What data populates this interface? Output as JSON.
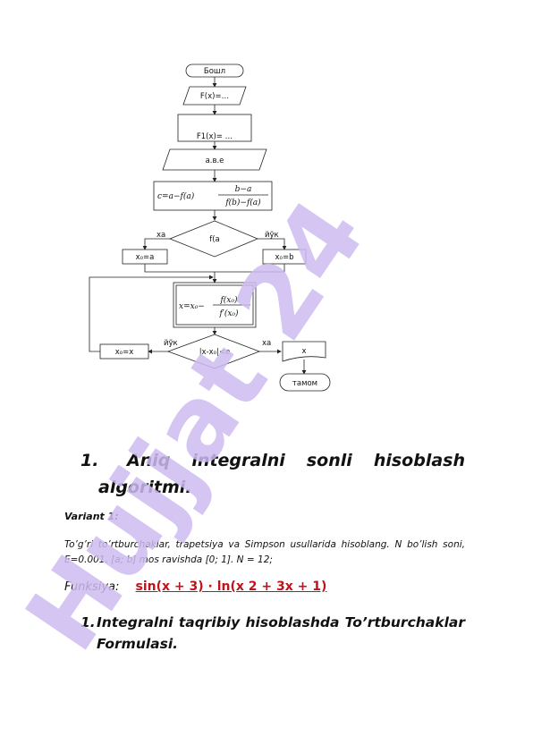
{
  "flowchart": {
    "start": "Бошл",
    "fx": "F(x)=…",
    "f1x": "F1(x)= …",
    "input": "a.в.e",
    "formula_c": "c=a−f(a)",
    "formula_c_num": "b−a",
    "formula_c_den": "f(b)−f(a)",
    "decision1": "f(a",
    "yes1": "xa",
    "no1": "йўк",
    "assign_a": "x₀=a",
    "assign_b": "x₀=b",
    "formula_x": "x=x₀−",
    "formula_x_num": "f(x₀)",
    "formula_x_den": "f′(x₀)",
    "decision2": "|x-x₀|<e",
    "no2": "йўк",
    "yes2": "xa",
    "assign_x": "x₀=x",
    "output": "x",
    "end": "тамом"
  },
  "watermark": "Hujjat 24",
  "heading": {
    "number": "1.",
    "words_line1": [
      "Aniq",
      "integralni",
      "sonli",
      "hisoblash"
    ],
    "line2": "algoritmi."
  },
  "variant": "Variant 1:",
  "description": "To’g’ri to’rtburchaklar, trapetsiya va Simpson usullarida hisoblang. N bo’lish soni, E=0.001. [a; b] mos ravishda [0; 1]. N = 12;",
  "function": {
    "label": "Funksiya:",
    "formula": "sin(x + 3) · ln(x 2 + 3x + 1)"
  },
  "subheading": {
    "number": "1.",
    "words_line1": [
      "Integralni",
      "taqribiy",
      "hisoblashda",
      "To’rtburchaklar"
    ],
    "line2": "Formulasi."
  }
}
